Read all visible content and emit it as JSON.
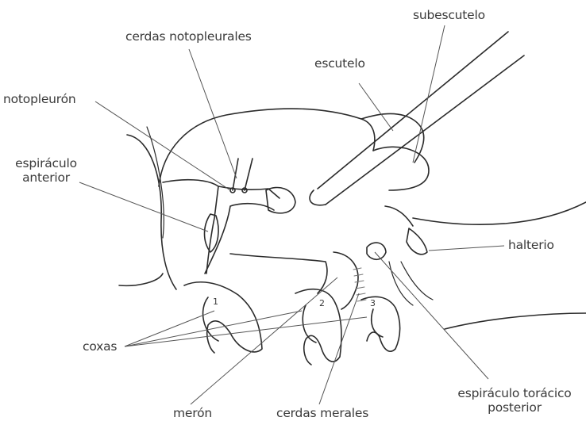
{
  "labels": {
    "notopleural_setae": "cerdas notopleurales",
    "subscutellum": "subescutelo",
    "scutellum": "escutelo",
    "notopleuron": "notopleurón",
    "anterior_spiracle": [
      "espiráculo",
      "anterior"
    ],
    "halter": "halterio",
    "coxae": "coxas",
    "meron": "merón",
    "meral_setae": "cerdas merales",
    "posterior_thoracic_spiracle": [
      "espiráculo torácico",
      "posterior"
    ]
  },
  "coxa_numbers": [
    "1",
    "2",
    "3"
  ],
  "colors": {
    "ink": "#2b2b2b",
    "leader": "#555555",
    "hatch": "#777777"
  }
}
